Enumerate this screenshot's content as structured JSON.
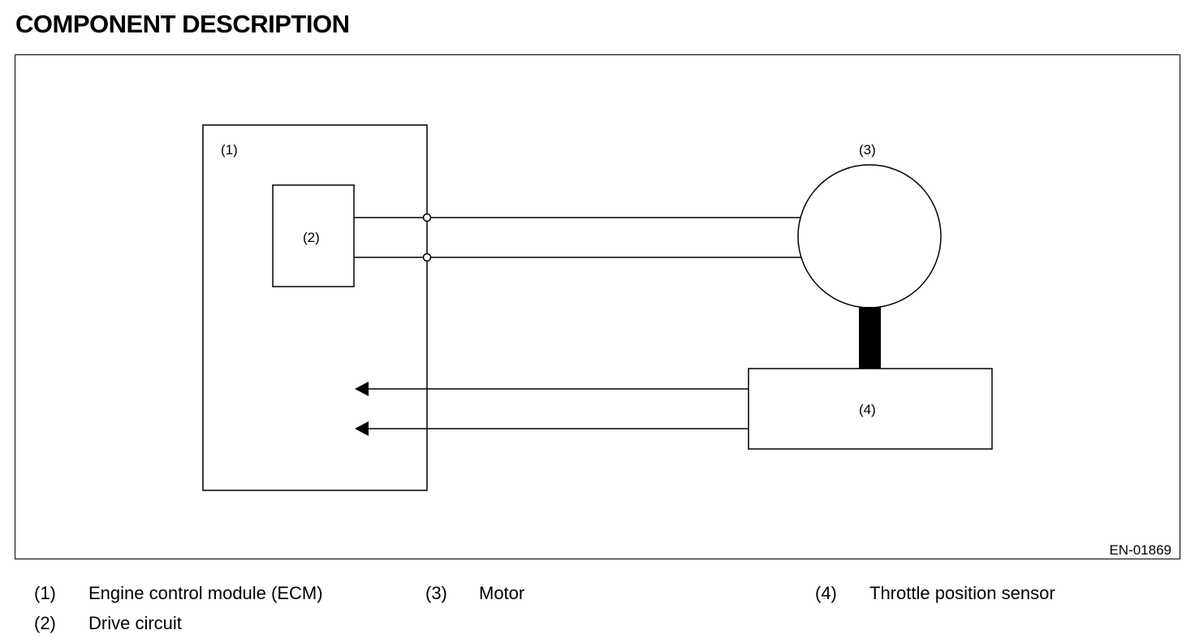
{
  "title": "COMPONENT DESCRIPTION",
  "diagram": {
    "figure_id": "EN-01869",
    "components": {
      "ecm": "(1)",
      "drive_circuit": "(2)",
      "motor": "(3)",
      "sensor": "(4)"
    }
  },
  "legend": [
    {
      "num": "(1)",
      "text": "Engine control module (ECM)"
    },
    {
      "num": "(2)",
      "text": "Drive circuit"
    },
    {
      "num": "(3)",
      "text": "Motor"
    },
    {
      "num": "(4)",
      "text": "Throttle position sensor"
    }
  ]
}
